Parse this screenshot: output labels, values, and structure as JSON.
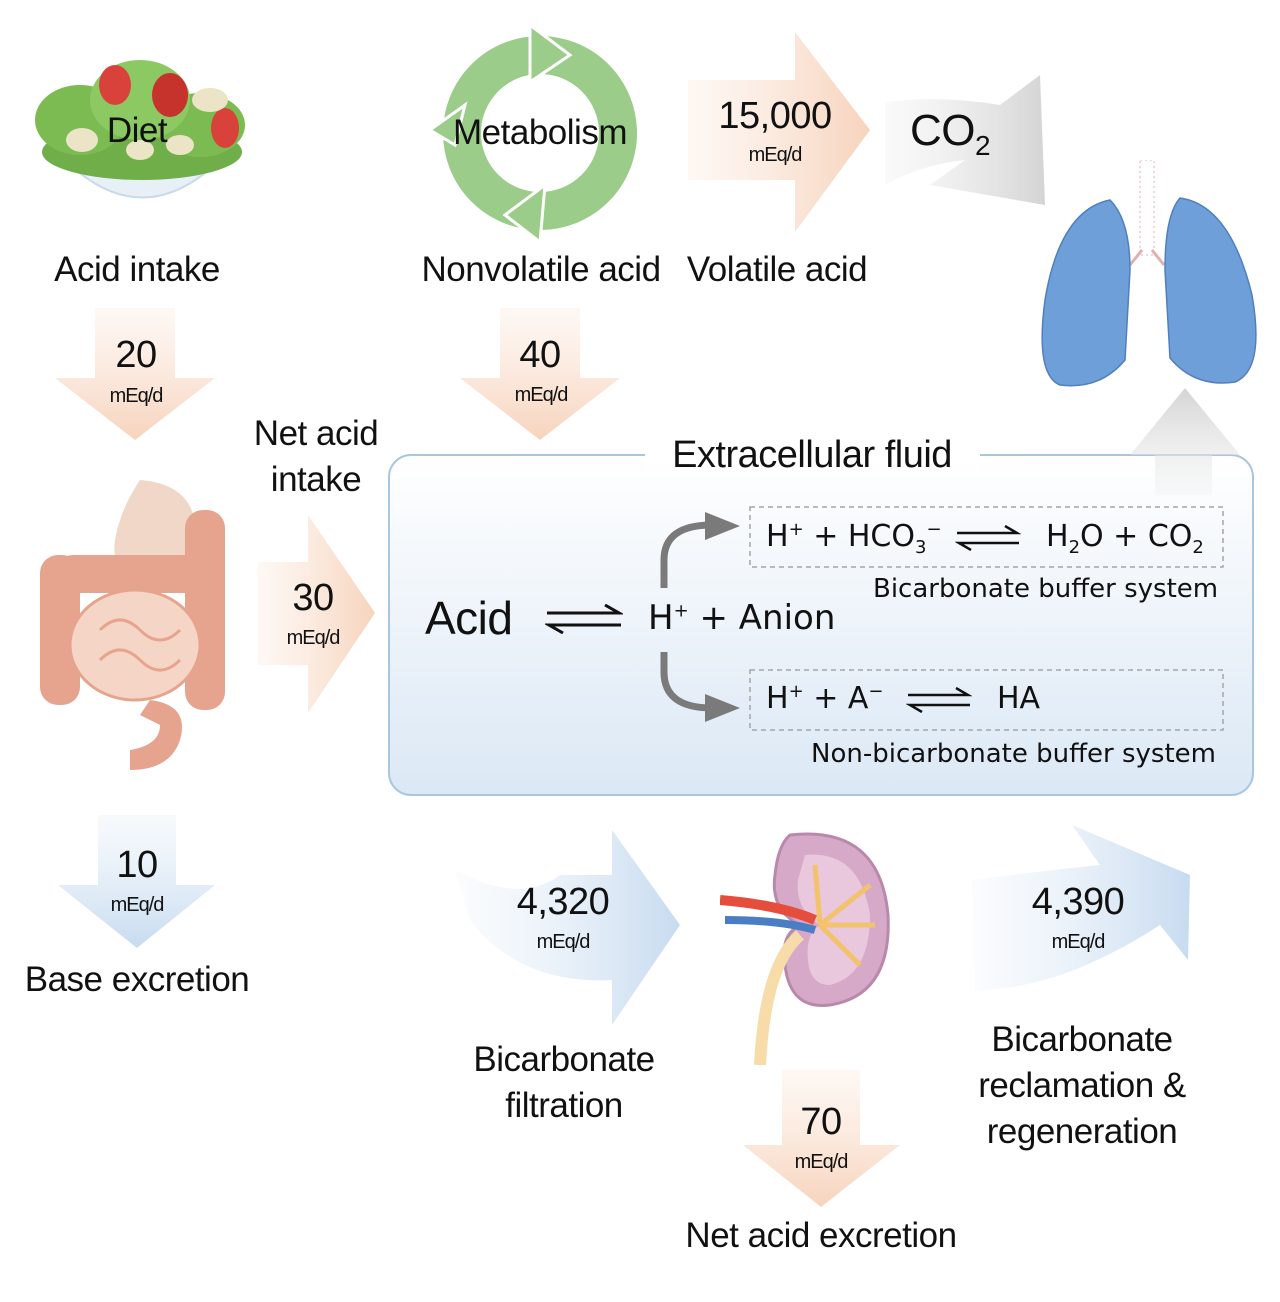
{
  "diet": {
    "icon": "salad-bowl-icon",
    "label": "Diet",
    "caption": "Acid intake",
    "flow_value": "20",
    "flow_unit": "mEq/d"
  },
  "metabolism": {
    "icon": "cycle-arrows-icon",
    "label": "Metabolism",
    "caption": "Nonvolatile acid",
    "flow_value": "40",
    "flow_unit": "mEq/d"
  },
  "volatile": {
    "caption": "Volatile acid",
    "flow_value": "15,000",
    "flow_unit": "mEq/d",
    "co2_label": "CO",
    "co2_sub": "2"
  },
  "lungs": {
    "icon": "lungs-icon"
  },
  "gut": {
    "icon": "intestine-icon",
    "net_caption_line1": "Net acid",
    "net_caption_line2": "intake",
    "net_value": "30",
    "net_unit": "mEq/d",
    "base_value": "10",
    "base_unit": "mEq/d",
    "base_caption": "Base excretion"
  },
  "ecf": {
    "title": "Extracellular fluid",
    "acid_label": "Acid",
    "h": "H",
    "plus_sign": "+",
    "anion": "+ Anion",
    "bicarb": {
      "h": "H",
      "hco": "+ HCO",
      "sub3": "3",
      "minus": "−",
      "h2o_h": "H",
      "h2o_sub": "2",
      "h2o_rest": "O + CO",
      "co2_sub": "2",
      "caption": "Bicarbonate buffer system"
    },
    "nonbicarb": {
      "h": "H",
      "a": "+ A",
      "minus": "−",
      "ha": "HA",
      "caption": "Non-bicarbonate buffer system"
    }
  },
  "kidney": {
    "icon": "kidney-icon",
    "filtration_value": "4,320",
    "filtration_unit": "mEq/d",
    "filtration_line1": "Bicarbonate",
    "filtration_line2": "filtration",
    "excretion_value": "70",
    "excretion_unit": "mEq/d",
    "excretion_caption": "Net acid excretion",
    "reclaim_value": "4,390",
    "reclaim_unit": "mEq/d",
    "reclaim_line1": "Bicarbonate",
    "reclaim_line2": "reclamation &",
    "reclaim_line3": "regeneration"
  },
  "colors": {
    "peach": "#f8d9c4",
    "blue_light": "#cfe0f2",
    "gray": "#d9d9d9",
    "ecf_border": "#a9c6df",
    "lung": "#6f9fd8",
    "gut": "#e6a48e",
    "green": "#8dc481"
  }
}
